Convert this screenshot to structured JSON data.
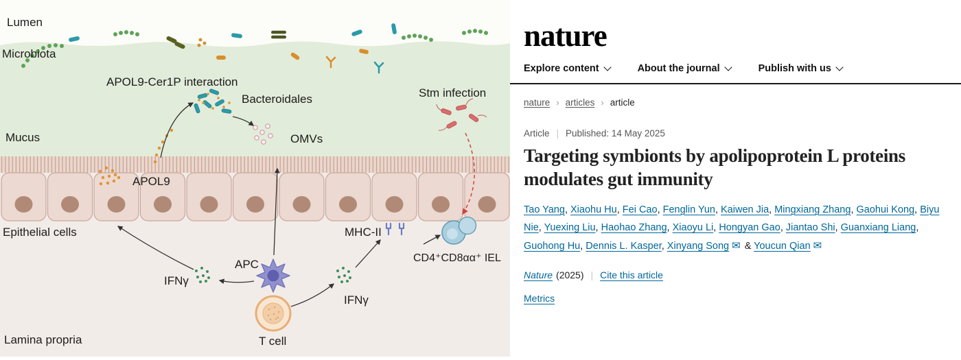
{
  "diagram": {
    "labels": {
      "lumen": "Lumen",
      "microbiota": "Microbiota",
      "apol9_cer1p": "APOL9-Cer1P interaction",
      "bacteroidales": "Bacteroidales",
      "omvs": "OMVs",
      "mucus": "Mucus",
      "apol9": "APOL9",
      "stm_infection": "Stm infection",
      "epithelial_cells": "Epithelial cells",
      "mhc2": "MHC-II",
      "iel": "CD4⁺CD8αα⁺ IEL",
      "ifng_left": "IFNγ",
      "apc": "APC",
      "ifng_right": "IFNγ",
      "t_cell": "T cell",
      "lamina_propria": "Lamina propria"
    },
    "colors": {
      "mucus_green": "#e2ecda",
      "epithelium_fill": "#ecd9d1",
      "nucleus_brown": "#b18a77",
      "lamina_bg": "#f2ece8",
      "apol9_orange": "#e0932f",
      "bacteroidales_teal": "#2d9aaa",
      "stm_red": "#d96e6e",
      "ifng_green": "#3e8f5e",
      "apc_purple": "#8b8bc8",
      "tcell_orange": "#eaad74",
      "iel_blue": "#a9cede",
      "dashed_arrow_red": "#cc4444"
    }
  },
  "journal": {
    "logo": "nature",
    "nav": [
      {
        "label": "Explore content"
      },
      {
        "label": "About the journal"
      },
      {
        "label": "Publish with us"
      }
    ],
    "breadcrumb": {
      "level1": "nature",
      "sep": "›",
      "level2": "articles",
      "level3": "article"
    },
    "pipe": "|",
    "article_type": "Article",
    "published": "Published: 14 May 2025",
    "title": "Targeting symbionts by apolipoprotein L proteins modulates gut immunity",
    "authors": [
      {
        "name": "Tao Yang"
      },
      {
        "name": "Xiaohu Hu"
      },
      {
        "name": "Fei Cao"
      },
      {
        "name": "Fenglin Yun"
      },
      {
        "name": "Kaiwen Jia"
      },
      {
        "name": "Mingxiang Zhang"
      },
      {
        "name": "Gaohui Kong"
      },
      {
        "name": "Biyu Nie"
      },
      {
        "name": "Yuexing Liu"
      },
      {
        "name": "Haohao Zhang"
      },
      {
        "name": "Xiaoyu Li"
      },
      {
        "name": "Hongyan Gao"
      },
      {
        "name": "Jiantao Shi"
      },
      {
        "name": "Guanxiang Liang"
      },
      {
        "name": "Guohong Hu"
      },
      {
        "name": "Dennis L. Kasper"
      },
      {
        "name": "Xinyang Song",
        "email_icon": true
      },
      {
        "name": "Youcun Qian",
        "email_icon": true
      }
    ],
    "author_sep": ", ",
    "author_join": " & ",
    "email_icon_glyph": "✉",
    "citation": {
      "journal": "Nature",
      "year": "(2025)",
      "cite_link": "Cite this article"
    },
    "metrics": "Metrics",
    "link_color": "#006699"
  }
}
